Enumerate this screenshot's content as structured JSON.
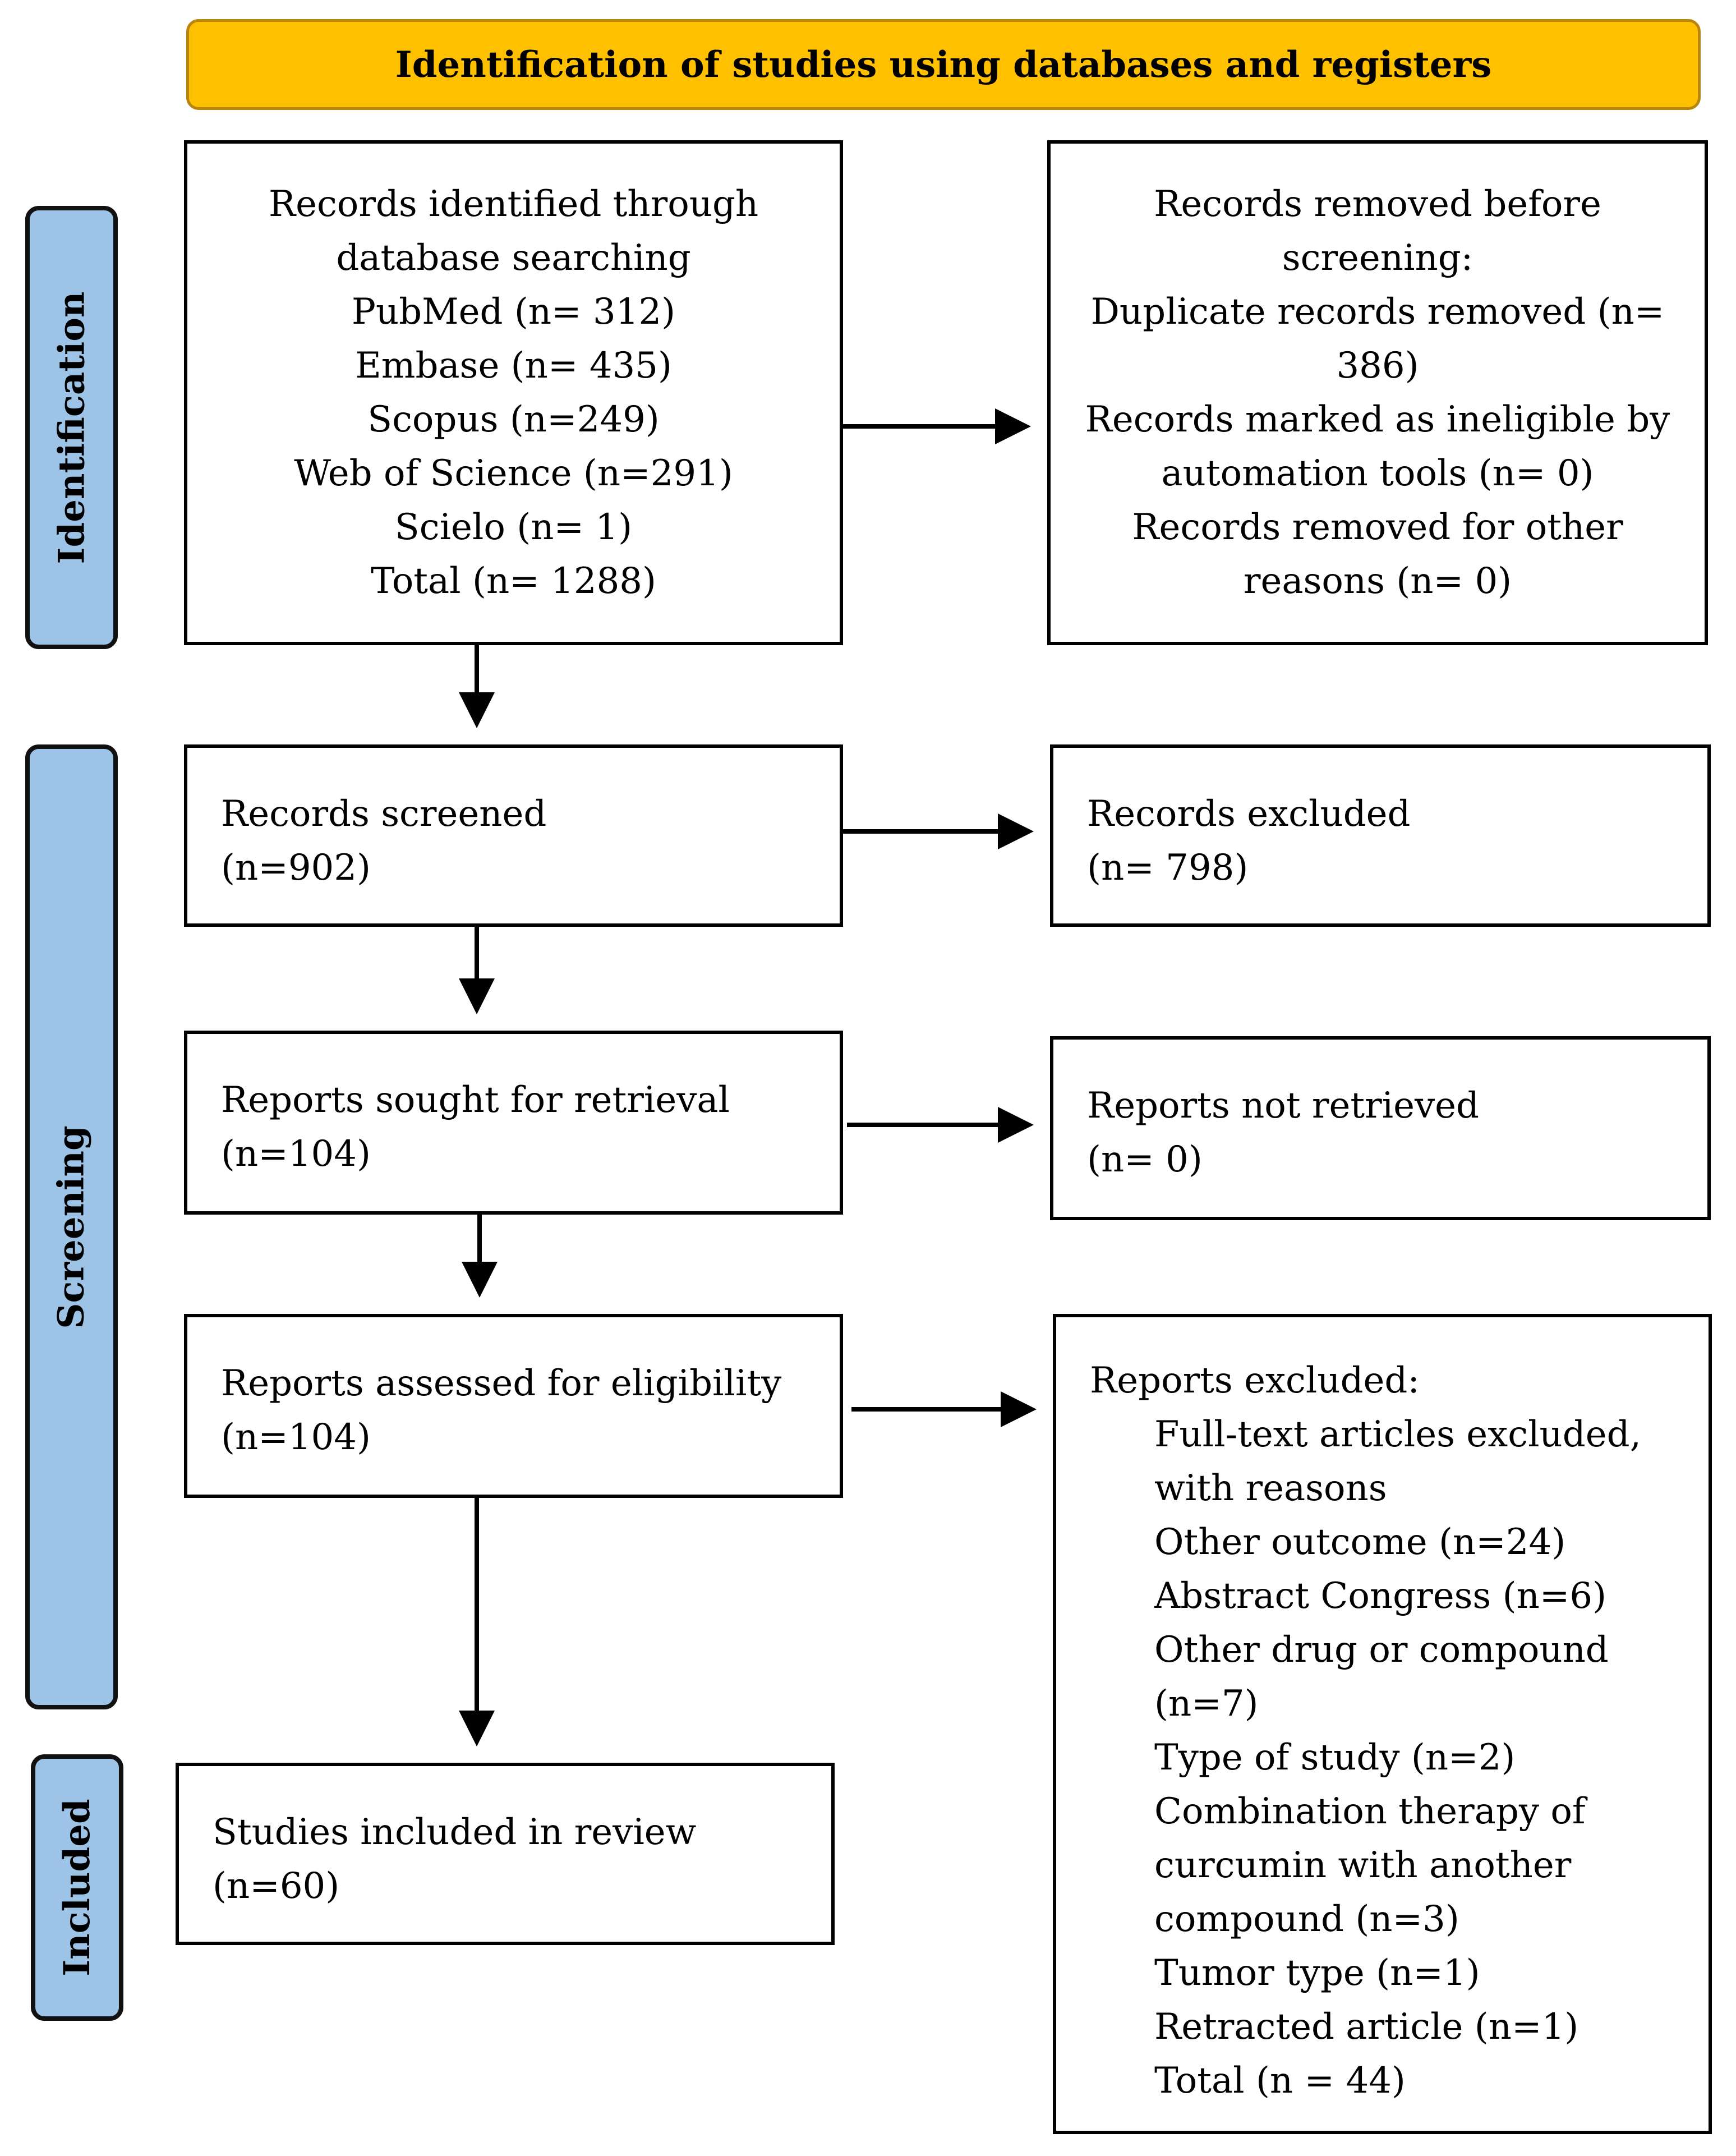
{
  "header": "Identification of studies using databases and registers",
  "phases": {
    "identification": "Identification",
    "screening": "Screening",
    "included": "Included"
  },
  "identified": {
    "lines": [
      "Records identified through",
      "database searching",
      "PubMed (n= 312)",
      "Embase (n= 435)",
      "Scopus (n=249)",
      "Web of Science (n=291)",
      "Scielo (n= 1)",
      "Total (n= 1288)"
    ]
  },
  "removed": {
    "lines": [
      "Records removed before",
      "screening:",
      "Duplicate records removed (n=",
      "386)",
      "Records marked as ineligible by",
      "automation tools (n= 0)",
      "Records removed for other",
      "reasons (n= 0)"
    ]
  },
  "screened": {
    "label": "Records screened",
    "count": "(n=902)"
  },
  "excluded": {
    "label": "Records excluded",
    "count": "(n= 798)"
  },
  "sought": {
    "label": "Reports sought for retrieval",
    "count": "(n=104)"
  },
  "not_retrieved": {
    "label": "Reports not retrieved",
    "count": "(n= 0)"
  },
  "assessed": {
    "label": "Reports assessed for eligibility",
    "count": "(n=104)"
  },
  "reports_excluded": {
    "title": "Reports excluded:",
    "lines": [
      "Full-text articles excluded,",
      "with reasons",
      "Other outcome (n=24)",
      "Abstract Congress (n=6)",
      "Other drug or compound",
      "(n=7)",
      "Type of study (n=2)",
      "Combination therapy of",
      "curcumin with another",
      "compound (n=3)",
      "Tumor type (n=1)",
      "Retracted article (n=1)",
      "Total (n = 44)"
    ]
  },
  "included": {
    "label": "Studies included in review",
    "count": "(n=60)"
  }
}
